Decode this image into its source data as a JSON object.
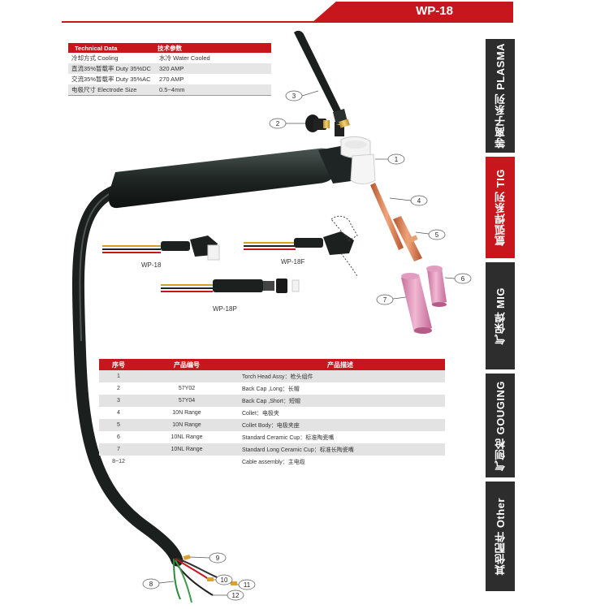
{
  "header": {
    "title": "WP-18"
  },
  "technical_data": {
    "title_en": "Technical Data",
    "title_cn": "技术参数",
    "rows": [
      {
        "label": "冷却方式  Cooling",
        "value": "水冷  Water Cooled"
      },
      {
        "label": "直流35%暂载率 Duty 35%DC",
        "value": "320 AMP"
      },
      {
        "label": "交流35%暂载率 Duty 35%AC",
        "value": "270 AMP"
      },
      {
        "label": "电极尺寸  Electrode Size",
        "value": "0.5~4mm"
      }
    ]
  },
  "tabs": [
    {
      "label": "等离子系列 PLASMA",
      "style": "dark"
    },
    {
      "label": "氩弧焊系列 TIG",
      "style": "red"
    },
    {
      "label": "气保焊 MIG",
      "style": "dark"
    },
    {
      "label": "气刨枪 GOUGING",
      "style": "dark"
    },
    {
      "label": "其他配件 Other",
      "style": "dark"
    }
  ],
  "variants": [
    "WP-18",
    "WP-18F",
    "WP-18P"
  ],
  "callouts": [
    "1",
    "2",
    "3",
    "4",
    "5",
    "6",
    "7",
    "8",
    "9",
    "10",
    "11",
    "12"
  ],
  "product_table": {
    "headers": [
      "序号",
      "产品编号",
      "产品描述"
    ],
    "rows": [
      {
        "no": "1",
        "code": "",
        "desc": "Torch Head Assy：枪头组件"
      },
      {
        "no": "2",
        "code": "57Y02",
        "desc": "Back Cap ,Long：长帽"
      },
      {
        "no": "3",
        "code": "57Y04",
        "desc": "Back Cap ,Short：短帽"
      },
      {
        "no": "4",
        "code": "10N Range",
        "desc": "Collet：电极夹"
      },
      {
        "no": "5",
        "code": "10N Range",
        "desc": "Collet Body：电极夹座"
      },
      {
        "no": "6",
        "code": "10NL Range",
        "desc": "Standard Ceramic Cup：标准陶瓷嘴"
      },
      {
        "no": "7",
        "code": "10NL Range",
        "desc": "Standard Long Ceramic Cup：标准长陶瓷嘴"
      },
      {
        "no": "8~12",
        "code": "",
        "desc": "Cable assembly：主电缆"
      }
    ]
  },
  "colors": {
    "accent": "#c8161d",
    "dark_tab": "#2d2d2d",
    "ceramic": "#e8a6c4",
    "copper": "#d9845a"
  },
  "icons": [
    "torch-body-icon",
    "ceramic-cup-icon",
    "collet-icon",
    "back-cap-icon",
    "cable-icon"
  ]
}
